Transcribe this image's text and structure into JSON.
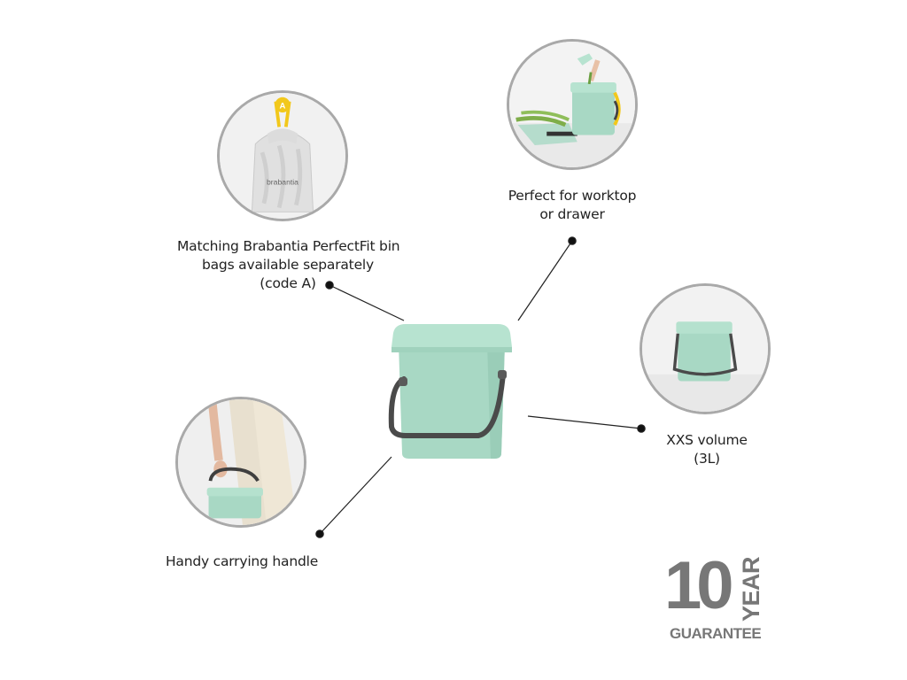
{
  "callouts": {
    "bags": {
      "lines": [
        "Matching Brabantia PerfectFit bin",
        "bags available separately",
        "(code A)"
      ],
      "bag_code_letter": "A",
      "brand_print": "brabantia"
    },
    "worktop": {
      "lines": [
        "Perfect for worktop",
        "or drawer"
      ]
    },
    "volume": {
      "lines": [
        "XXS volume",
        "(3L)"
      ]
    },
    "handle": {
      "lines": [
        "Handy carrying handle"
      ]
    }
  },
  "guarantee": {
    "number": "10",
    "year": "YEAR",
    "label": "GUARANTEE"
  },
  "colors": {
    "bin_green": "#a8d8c4",
    "handle_grey": "#4a4a4a",
    "circle_border": "#a9a9a9",
    "text": "#222222",
    "guarantee_grey": "#777777",
    "bag_tag_yellow": "#f2c81b"
  }
}
